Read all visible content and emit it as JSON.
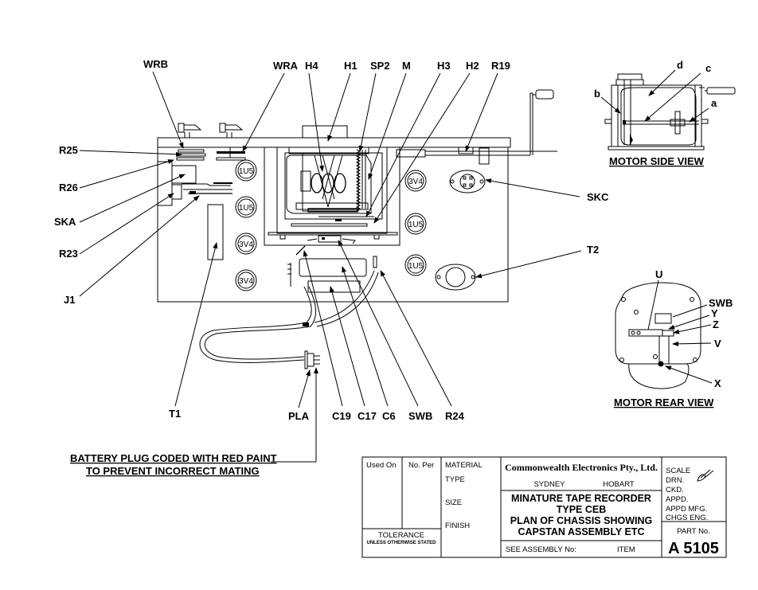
{
  "drawing": {
    "main_labels": {
      "WRB": "WRB",
      "WRA": "WRA",
      "H4": "H4",
      "H1": "H1",
      "SP2": "SP2",
      "M": "M",
      "H3": "H3",
      "H2": "H2",
      "R19": "R19",
      "R25": "R25",
      "R26": "R26",
      "SKA": "SKA",
      "R23": "R23",
      "J1": "J1",
      "SKC": "SKC",
      "T2": "T2",
      "T1": "T1",
      "PLA": "PLA",
      "C19": "C19",
      "C17": "C17",
      "C6": "C6",
      "SWB": "SWB",
      "R24": "R24"
    },
    "tubes": [
      "1U5",
      "1U5",
      "3V4",
      "3V4",
      "3V4",
      "1U5",
      "1U5"
    ],
    "motor_side_view": {
      "title": "MOTOR SIDE VIEW",
      "labels": {
        "a": "a",
        "b": "b",
        "c": "c",
        "d": "d"
      }
    },
    "motor_rear_view": {
      "title": "MOTOR REAR VIEW",
      "labels": {
        "U": "U",
        "SWB": "SWB",
        "Y": "Y",
        "Z": "Z",
        "V": "V",
        "X": "X"
      }
    },
    "note": {
      "line1": "BATTERY PLUG CODED WITH RED PAINT",
      "line2": "TO PREVENT INCORRECT MATING"
    }
  },
  "title_block": {
    "used_on": "Used On",
    "no_per": "No. Per",
    "material": "MATERIAL",
    "type": "TYPE",
    "size": "SIZE",
    "finish": "FINISH",
    "tolerance": "TOLERANCE",
    "tolerance_sub": "UNLESS OTHERWISE STATED",
    "company": "Commonwealth Electronics Pty., Ltd.",
    "city1": "SYDNEY",
    "city2": "HOBART",
    "title_line1": "MINATURE TAPE RECORDER",
    "title_line2": "TYPE  CEB",
    "title_line3": "PLAN OF CHASSIS SHOWING",
    "title_line4": "CAPSTAN ASSEMBLY ETC",
    "see_assembly": "SEE ASSEMBLY No:",
    "item": "ITEM",
    "scale": "SCALE",
    "drn": "DRN.",
    "ckd": "CKD.",
    "appd": "APPD.",
    "appd_mfg": "APPD MFG.",
    "chgs_eng": "CHGS  ENG.",
    "part_no_label": "PART No.",
    "part_no": "A 5105"
  }
}
